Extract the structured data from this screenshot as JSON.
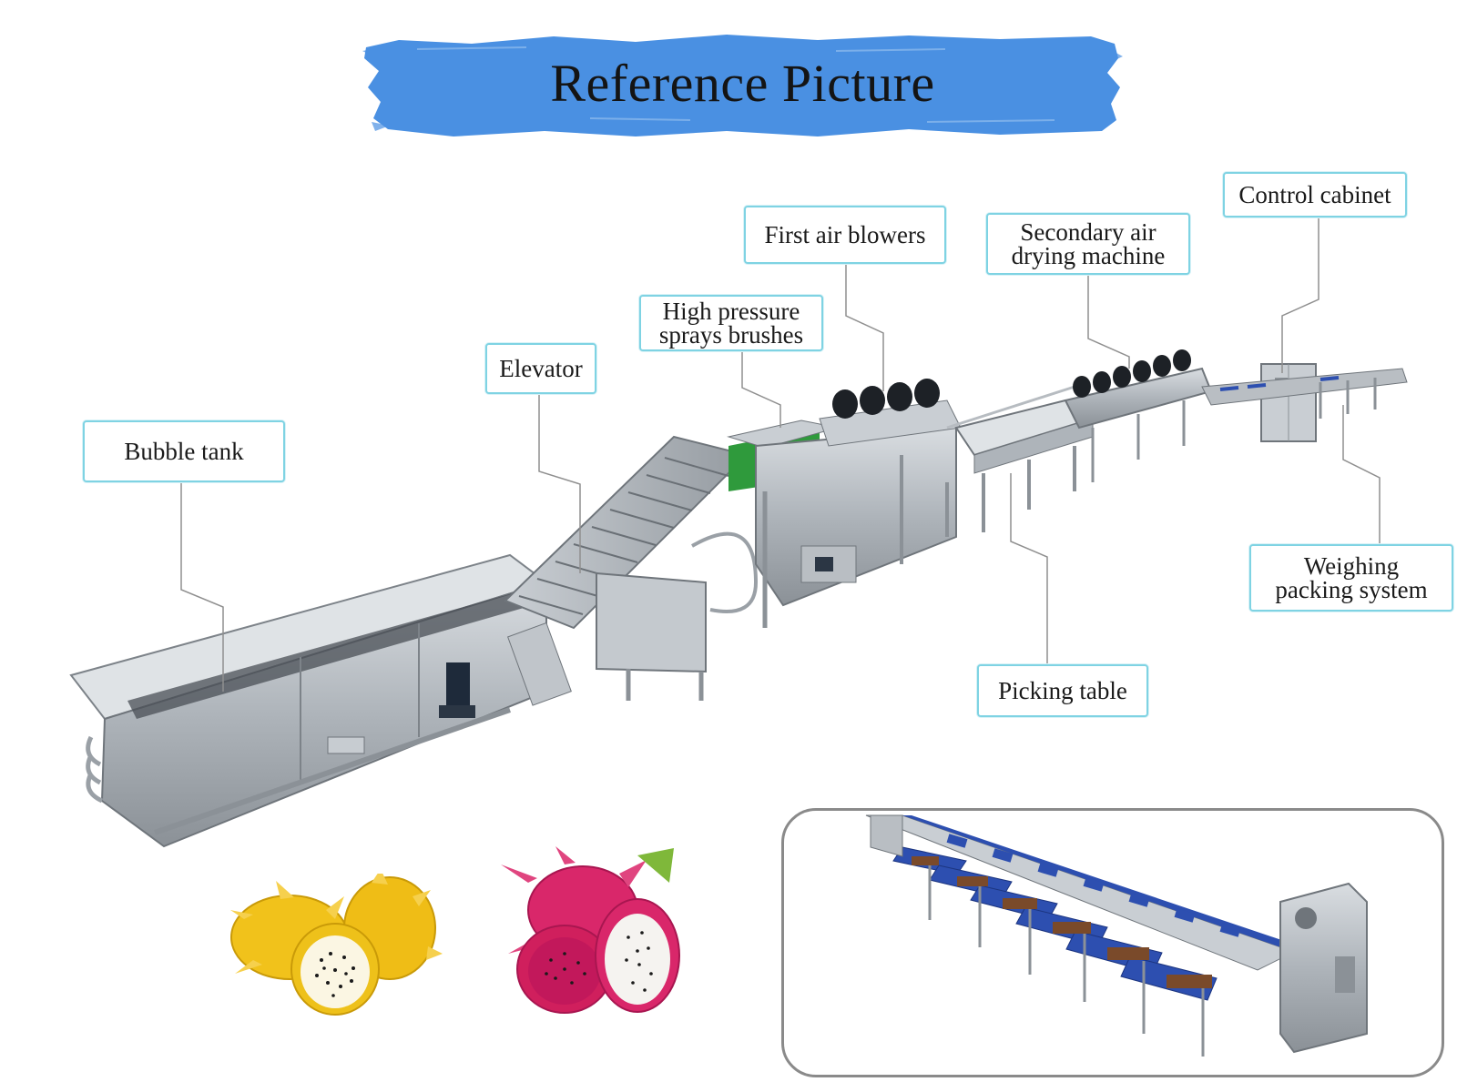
{
  "title": "Reference Picture",
  "colors": {
    "banner_blue": "#4a90e2",
    "label_border": "#7fd3e3",
    "steel": "#b7bcc1",
    "steel_dark": "#7d8389",
    "conveyor_blue": "#2d4fb0",
    "belt_green": "#2f9a3c",
    "yellow_fruit": "#f1c21b",
    "pink_fruit": "#d9276a"
  },
  "labels": {
    "bubble_tank": "Bubble tank",
    "elevator": "Elevator",
    "high_pressure": [
      "High pressure",
      "sprays brushes"
    ],
    "first_air": "First air blowers",
    "secondary_air": [
      "Secondary air",
      "drying machine"
    ],
    "control_cabinet": "Control cabinet",
    "weighing": [
      "Weighing",
      "packing system"
    ],
    "picking_table": "Picking table"
  },
  "icons": {
    "yellow_dragon_fruit": "yellow-dragon-fruit-icon",
    "red_dragon_fruit": "red-dragon-fruit-icon"
  }
}
